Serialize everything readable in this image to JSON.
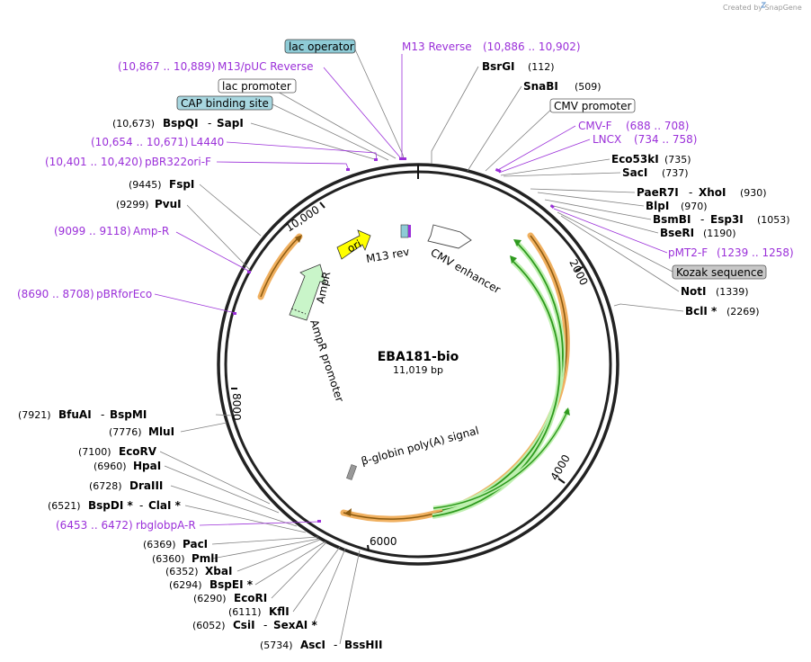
{
  "credit": "Created by SnapGene",
  "plasmid": {
    "name": "EBA181-bio",
    "size": "11,019 bp"
  },
  "ticks": [
    "10,000",
    "2000",
    "4000",
    "6000",
    "8000"
  ],
  "enzymes": {
    "bsrgi": {
      "name": "BsrGI",
      "pos": "(112)"
    },
    "snabi": {
      "name": "SnaBI",
      "pos": "(509)"
    },
    "eco53ki": {
      "name": "Eco53kI",
      "pos": "(735)"
    },
    "saci": {
      "name": "SacI",
      "pos": "(737)"
    },
    "paer7i": {
      "name": "PaeR7I",
      "sep": "-",
      "name2": "XhoI",
      "pos": "(930)"
    },
    "blpi": {
      "name": "BlpI",
      "pos": "(970)"
    },
    "bsmbi": {
      "name": "BsmBI",
      "sep": "-",
      "name2": "Esp3I",
      "pos": "(1053)"
    },
    "beri": {
      "name": "BseRI",
      "pos": "(1190)"
    },
    "noti": {
      "name": "NotI",
      "pos": "(1339)"
    },
    "bcli": {
      "name": "BclI *",
      "pos": "(2269)"
    },
    "bspqi": {
      "pos": "(10,673)",
      "name": "BspQI",
      "sep": "-",
      "name2": "SapI"
    },
    "fspi": {
      "pos": "(9445)",
      "name": "FspI"
    },
    "pvui": {
      "pos": "(9299)",
      "name": "PvuI"
    },
    "bfuai": {
      "pos": "(7921)",
      "name": "BfuAI",
      "sep": "-",
      "name2": "BspMI"
    },
    "mlui": {
      "pos": "(7776)",
      "name": "MluI"
    },
    "ecorv": {
      "pos": "(7100)",
      "name": "EcoRV"
    },
    "hpai": {
      "pos": "(6960)",
      "name": "HpaI"
    },
    "draiii": {
      "pos": "(6728)",
      "name": "DraIII"
    },
    "bspdi": {
      "pos": "(6521)",
      "name": "BspDI *",
      "sep": "-",
      "name2": "ClaI *"
    },
    "paci": {
      "pos": "(6369)",
      "name": "PacI"
    },
    "pmli": {
      "pos": "(6360)",
      "name": "PmlI"
    },
    "xbai": {
      "pos": "(6352)",
      "name": "XbaI"
    },
    "bspei": {
      "pos": "(6294)",
      "name": "BspEI *"
    },
    "ecori": {
      "pos": "(6290)",
      "name": "EcoRI"
    },
    "kfli": {
      "pos": "(6111)",
      "name": "KflI"
    },
    "csii": {
      "pos": "(6052)",
      "name": "CsiI",
      "sep": "-",
      "name2": "SexAI *"
    },
    "asci": {
      "pos": "(5734)",
      "name": "AscI",
      "sep": "-",
      "name2": "BssHII"
    }
  },
  "primers": {
    "m13rev": {
      "name": "M13 Reverse",
      "pos": "(10,886 .. 10,902)"
    },
    "m13puc": {
      "pos": "(10,867 .. 10,889)",
      "name": "M13/pUC Reverse"
    },
    "l4440": {
      "pos": "(10,654 .. 10,671)",
      "name": "L4440"
    },
    "pbr322": {
      "pos": "(10,401 .. 10,420)",
      "name": "pBR322ori-F"
    },
    "ampr": {
      "pos": "(9099 .. 9118)",
      "name": "Amp-R"
    },
    "pbrfor": {
      "pos": "(8690 .. 8708)",
      "name": "pBRforEco"
    },
    "rbglob": {
      "pos": "(6453 .. 6472)",
      "name": "rbglobpA-R"
    },
    "cmvf": {
      "name": "CMV-F",
      "pos": "(688 .. 708)"
    },
    "lncx": {
      "name": "LNCX",
      "pos": "(734 .. 758)"
    },
    "pmt2": {
      "name": "pMT2-F",
      "pos": "(1239 .. 1258)"
    }
  },
  "feature_boxes": {
    "lac_operator": "lac operator",
    "lac_promoter": "lac promoter",
    "cap": "CAP binding site",
    "cmv_promoter": "CMV promoter",
    "kozak": "Kozak sequence"
  },
  "inner_features": {
    "ori": "ori",
    "m13rev": "M13 rev",
    "cmv_enhancer": "CMV enhancer",
    "ampr": "AmpR",
    "ampr_promoter": "AmpR promoter",
    "polya": "β-globin poly(A) signal"
  },
  "colors": {
    "primer": "#9b30d9",
    "lac_operator_fill": "#8ecbd6",
    "cap_fill": "#a8d7e0",
    "kozak_fill": "#c8c8c8",
    "orf_orange": "#f0b060",
    "cds_green": "#2e9a1e",
    "ori_yellow": "#ffff00",
    "ampr_green": "#c9f5c9",
    "backbone": "#222222"
  }
}
